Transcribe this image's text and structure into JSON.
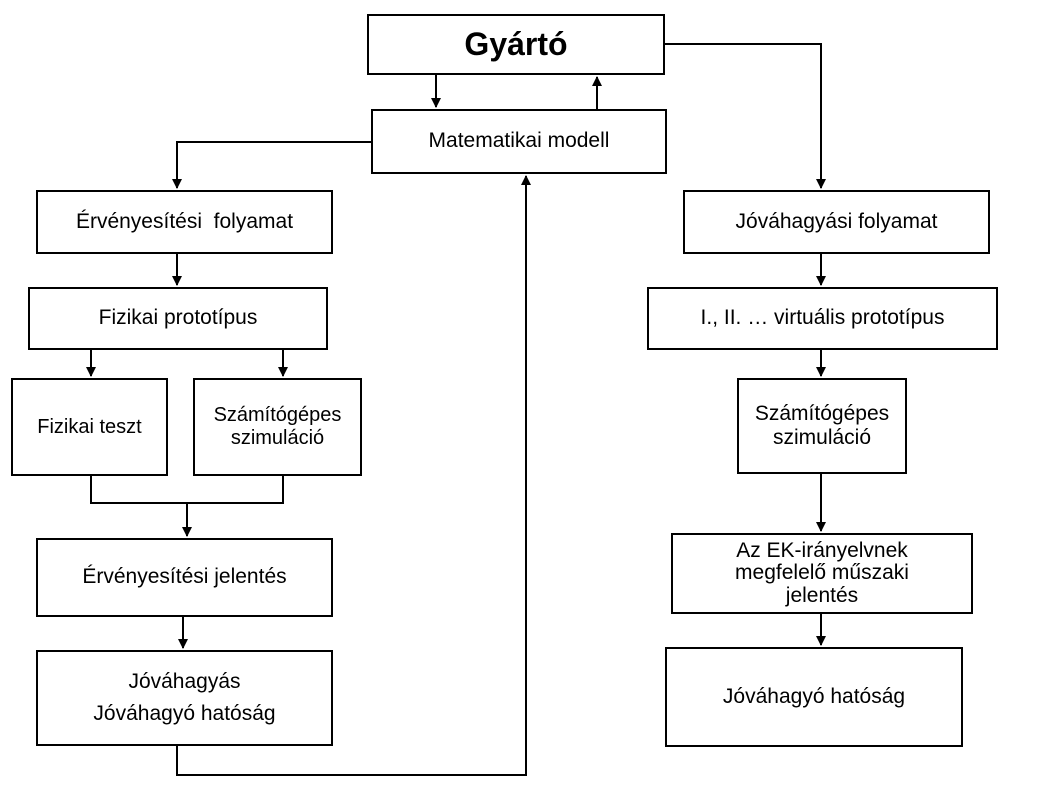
{
  "title": "Gyártó",
  "nodes": {
    "matematikai_modell": "Matematikai modell",
    "ervenyesitesi_folyamat": "Érvényesítési  folyamat",
    "fizikai_prototipus": "Fizikai prototípus",
    "fizikai_teszt": "Fizikai teszt",
    "szamitogepes_szimulacio_left": [
      "Számítógépes",
      "szimuláció"
    ],
    "ervenyesitesi_jelentes": "Érvényesítési jelentés",
    "jovahagyas": [
      "Jóváhagyás",
      "Jóváhagyó hatóság"
    ],
    "jovahagyasi_folyamat": "Jóváhagyási folyamat",
    "virtualis_prototipus": "I., II. … virtuális prototípus",
    "szamitogepes_szimulacio_right": [
      "Számítógépes",
      "szimuláció"
    ],
    "ek_jelentes": [
      "Az EK-irányelvnek",
      "megfelelő műszaki",
      "jelentés"
    ],
    "jovahagyo_hatosag": "Jóváhagyó hatóság"
  },
  "colors": {
    "line": "#000000",
    "box_fill": "#ffffff",
    "text": "#000000"
  }
}
